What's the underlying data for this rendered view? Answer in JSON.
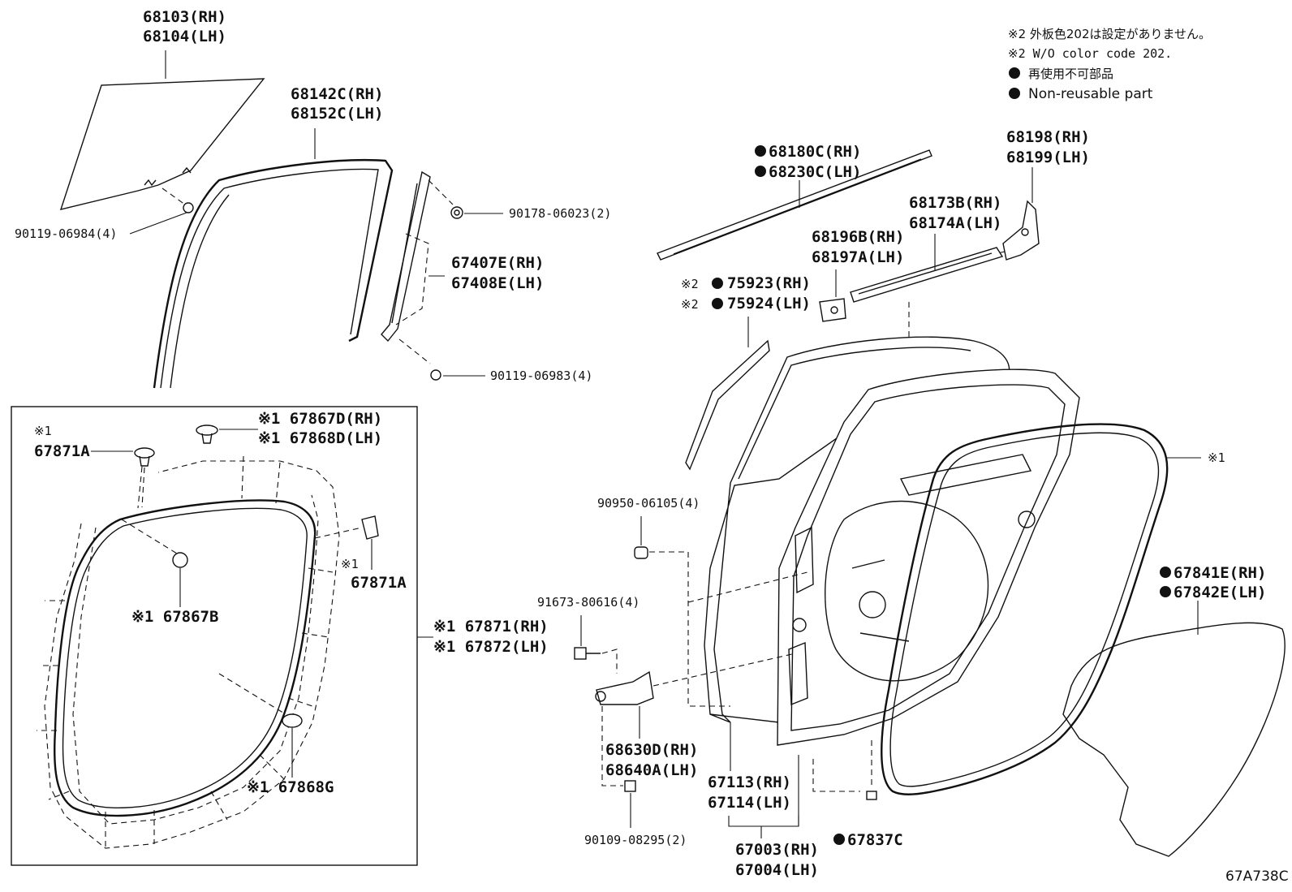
{
  "notes": {
    "line1": "※2 外板色202は設定がありません。",
    "line2": "※2 W/O color code 202.",
    "line3": "再使用不可部品",
    "line4": "Non-reusable part"
  },
  "labels": {
    "p68103": "68103(RH)",
    "p68104": "68104(LH)",
    "p68142": "68142C(RH)",
    "p68152": "68152C(LH)",
    "p90178": "90178-06023(2)",
    "p90119a": "90119-06984(4)",
    "p67407": "67407E(RH)",
    "p67408": "67408E(LH)",
    "p90119b": "90119-06983(4)",
    "p68180": "68180C(RH)",
    "p68230": "68230C(LH)",
    "p68198": "68198(RH)",
    "p68199": "68199(LH)",
    "p68173": "68173B(RH)",
    "p68174": "68174A(LH)",
    "p68196": "68196B(RH)",
    "p68197": "68197A(LH)",
    "p75923": "75923(RH)",
    "p75924": "75924(LH)",
    "p75923_mark": "※2",
    "p75924_mark": "※2",
    "p67871A_mark": "※1",
    "p67871A": "67871A",
    "p67867D": "※1 67867D(RH)",
    "p67868D": "※1 67868D(LH)",
    "p67867B": "※1 67867B",
    "p67871A2_mark": "※1",
    "p67871A2": "67871A",
    "p67871": "※1 67871(RH)",
    "p67872": "※1 67872(LH)",
    "p67868G": "※1 67868G",
    "p90950": "90950-06105(4)",
    "p91673": "91673-80616(4)",
    "p68630": "68630D(RH)",
    "p68640": "68640A(LH)",
    "p90109": "90109-08295(2)",
    "p67113": "67113(RH)",
    "p67114": "67114(LH)",
    "p67003": "67003(RH)",
    "p67004": "67004(LH)",
    "p67837": "67837C",
    "p67841": "67841E(RH)",
    "p67842": "67842E(LH)",
    "weatherstrip_mark": "※1",
    "figure_code": "67A738C"
  }
}
